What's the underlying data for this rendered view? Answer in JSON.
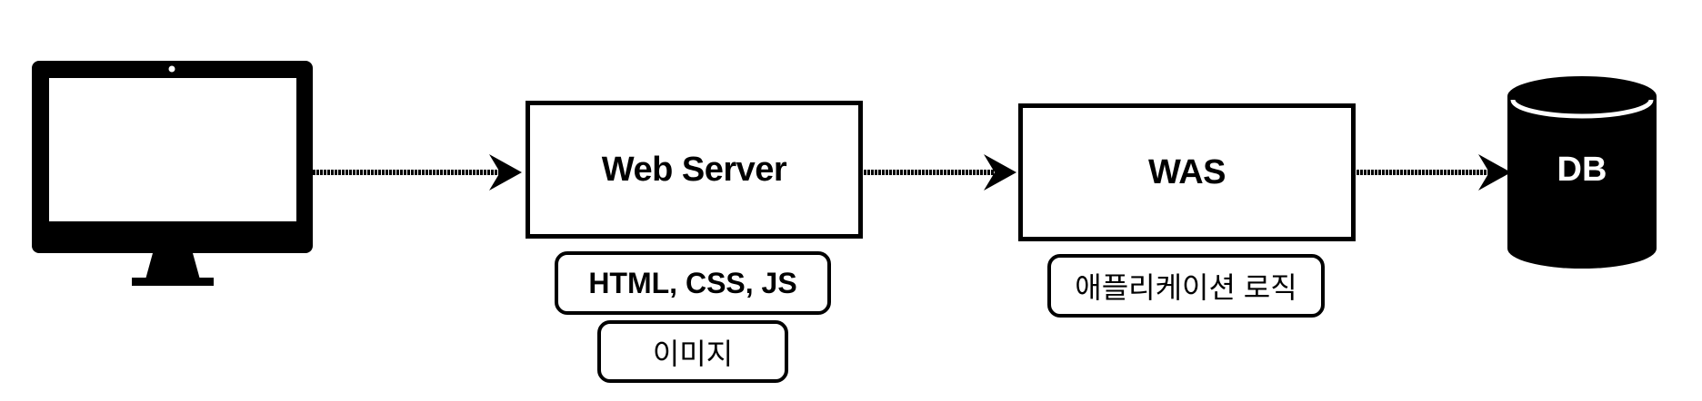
{
  "nodes": {
    "web_server": {
      "label": "Web Server"
    },
    "was": {
      "label": "WAS"
    },
    "db": {
      "label": "DB"
    }
  },
  "annotations": {
    "web_server_content": "HTML, CSS, JS",
    "web_server_image": "이미지",
    "was_content": "애플리케이션 로직"
  },
  "icons": {
    "client": "desktop-monitor-icon",
    "database": "database-cylinder-icon",
    "arrow": "arrow-right-icon"
  },
  "colors": {
    "stroke": "#000000",
    "background": "#ffffff"
  }
}
